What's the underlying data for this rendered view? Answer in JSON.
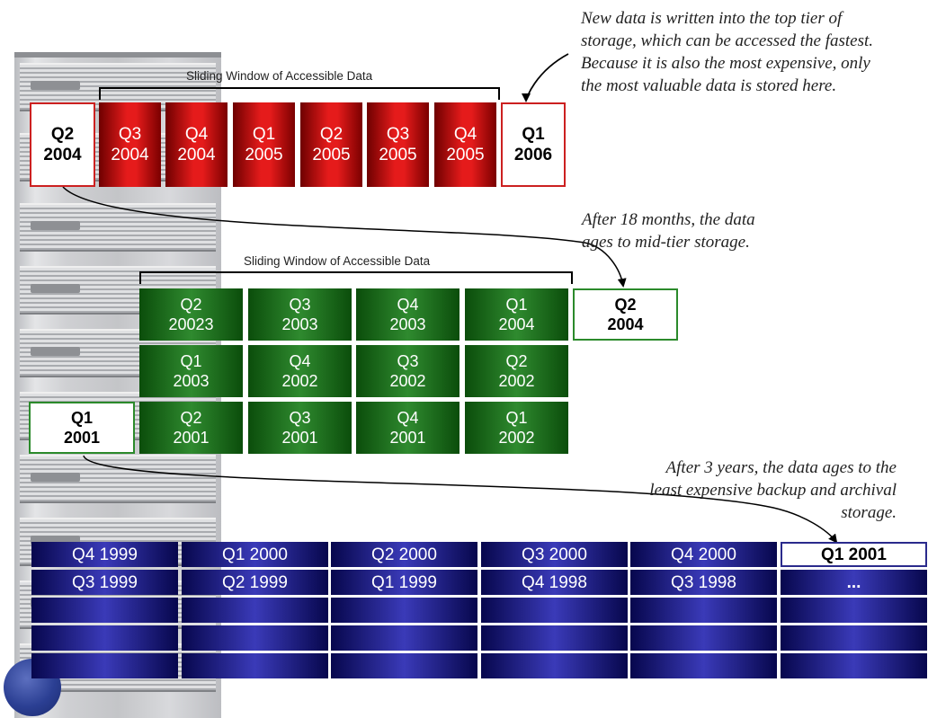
{
  "top_tier": {
    "window_label": "Sliding Window of Accessible Data",
    "outgoing": [
      "Q2",
      "2004"
    ],
    "cells": [
      [
        "Q3",
        "2004"
      ],
      [
        "Q4",
        "2004"
      ],
      [
        "Q1",
        "2005"
      ],
      [
        "Q2",
        "2005"
      ],
      [
        "Q3",
        "2005"
      ],
      [
        "Q4",
        "2005"
      ]
    ],
    "incoming": [
      "Q1",
      "2006"
    ],
    "note": [
      "New data is written into the top tier of",
      "storage, which can be accessed the fastest.",
      "Because it is also the most expensive, only",
      "the most valuable data is stored here."
    ],
    "accent": "#cc2020"
  },
  "mid_tier": {
    "window_label": "Sliding Window of Accessible Data",
    "incoming": [
      "Q2",
      "2004"
    ],
    "outgoing": [
      "Q1",
      "2001"
    ],
    "rows": [
      [
        [
          "Q2",
          "20023"
        ],
        [
          "Q3",
          "2003"
        ],
        [
          "Q4",
          "2003"
        ],
        [
          "Q1",
          "2004"
        ]
      ],
      [
        [
          "Q1",
          "2003"
        ],
        [
          "Q4",
          "2002"
        ],
        [
          "Q3",
          "2002"
        ],
        [
          "Q2",
          "2002"
        ]
      ],
      [
        [
          "Q2",
          "2001"
        ],
        [
          "Q3",
          "2001"
        ],
        [
          "Q4",
          "2001"
        ],
        [
          "Q1",
          "2002"
        ]
      ]
    ],
    "note": [
      "After 18 months, the data",
      "ages to mid-tier storage."
    ],
    "accent": "#2b8a2b"
  },
  "archive_tier": {
    "rows": [
      [
        "Q4 1999",
        "Q1 2000",
        "Q2 2000",
        "Q3 2000",
        "Q4 2000"
      ],
      [
        "Q3 1999",
        "Q2 1999",
        "Q1 1999",
        "Q4 1998",
        "Q3 1998"
      ],
      [
        "",
        "",
        "",
        "",
        ""
      ],
      [
        "",
        "",
        "",
        "",
        ""
      ],
      [
        "",
        "",
        "",
        "",
        ""
      ]
    ],
    "incoming": "Q1 2001",
    "ellipsis": "...",
    "note": [
      "After 3 years, the data ages to the",
      "least expensive backup and archival",
      "storage."
    ],
    "accent": "#2a2a8c"
  },
  "icons": {
    "rack": "server-rack-icon",
    "circle": "logo-circle-icon"
  }
}
